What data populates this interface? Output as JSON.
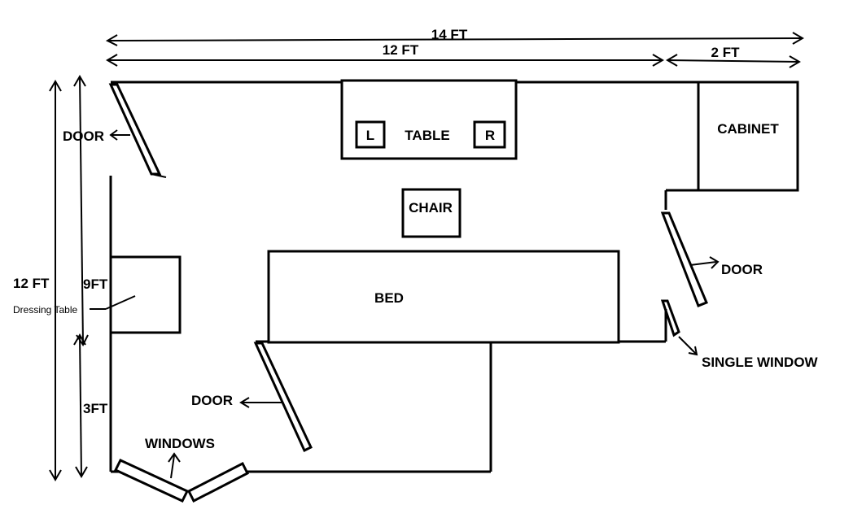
{
  "dimensions": {
    "total_width": "14 FT",
    "room_width": "12 FT",
    "cabinet_width": "2 FT",
    "total_height": "12 FT",
    "upper_height": "9FT",
    "lower_height": "3FT"
  },
  "furniture": {
    "table": "TABLE",
    "table_left": "L",
    "table_right": "R",
    "chair": "CHAIR",
    "bed": "BED",
    "cabinet": "CABINET",
    "dressing_table": "Dressing Table"
  },
  "openings": {
    "door_top_left": "DOOR",
    "door_right": "DOOR",
    "door_bottom": "DOOR",
    "windows": "WINDOWS",
    "single_window": "SINGLE WINDOW"
  }
}
